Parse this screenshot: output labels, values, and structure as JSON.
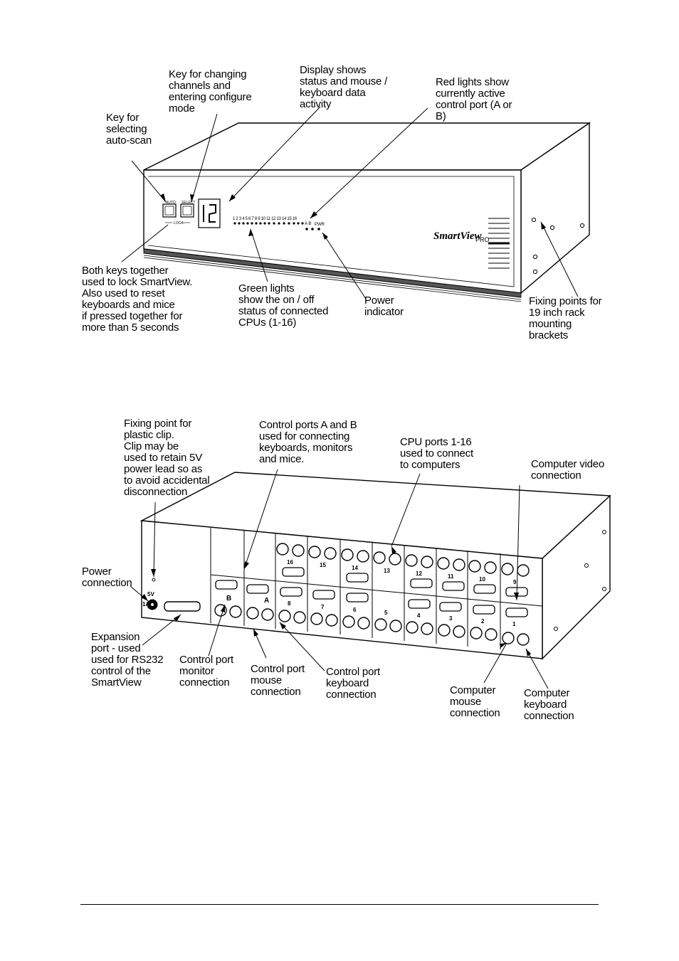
{
  "front_view": {
    "device_labels": {
      "auto_key": "AUTO",
      "select_key": "SELECT",
      "lock": "LOCK",
      "display_digits": "12",
      "port_numbers": "1  2  3  4  5  6  7  8  9 10 11 12 13 14 15 16",
      "control_ports": "A  B",
      "power": "PWR",
      "brand": "SmartView",
      "brand_suffix": "PRO"
    },
    "callouts": {
      "key_changing": "Key for changing\nchannels and\nentering configure\nmode",
      "display_shows": "Display shows\nstatus and mouse /\nkeyboard data\nactivity",
      "red_lights": "Red lights show\ncurrently active\ncontrol port (A or\nB)",
      "key_autoscan": "Key for\nselecting\nauto-scan",
      "both_keys": "Both keys together\nused to lock SmartView.\nAlso used to reset\nkeyboards and mice\nif pressed together for\nmore than 5 seconds",
      "green_lights": "Green lights\nshow the on / off\nstatus of connected\nCPUs (1-16)",
      "power_indicator": "Power\nindicator",
      "fixing_points_rack": "Fixing points for\n19 inch rack\nmounting\nbrackets"
    }
  },
  "rear_view": {
    "device_labels": {
      "voltage": "5V",
      "current": "1A",
      "control_a": "A",
      "control_b": "B",
      "upper_ports": [
        "16",
        "15",
        "14",
        "13",
        "12",
        "11",
        "10",
        "9"
      ],
      "lower_ports": [
        "8",
        "7",
        "6",
        "5",
        "4",
        "3",
        "2",
        "1"
      ]
    },
    "callouts": {
      "fixing_point_clip": "Fixing point for\nplastic clip.\nClip may be\nused to retain 5V\npower lead so as\nto avoid accidental\ndisconnection",
      "control_ports_ab": "Control ports A and B\nused for connecting\nkeyboards, monitors\nand mice.",
      "cpu_ports": "CPU ports 1-16\nused to connect\nto computers",
      "computer_video": "Computer video\nconnection",
      "power_connection": "Power\nconnection",
      "expansion_port": "Expansion\nport - used\nused for RS232\ncontrol of the\nSmartView",
      "control_monitor": "Control port\nmonitor\nconnection",
      "control_mouse": "Control port\nmouse\nconnection",
      "control_keyboard": "Control port\nkeyboard\nconnection",
      "computer_mouse": "Computer\nmouse\nconnection",
      "computer_keyboard": "Computer\nkeyboard\nconnection"
    }
  }
}
